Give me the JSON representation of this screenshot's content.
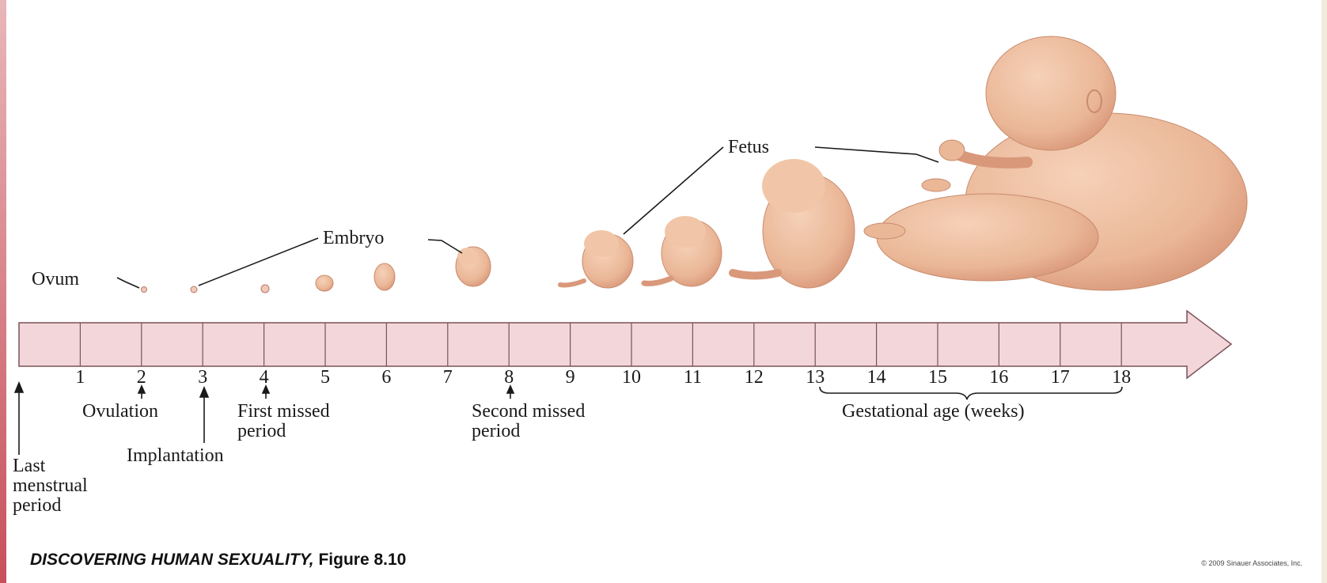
{
  "labels": {
    "ovum": "Ovum",
    "embryo": "Embryo",
    "fetus": "Fetus",
    "ovulation": "Ovulation",
    "implantation": "Implantation",
    "first_missed_line1": "First missed",
    "first_missed_line2": "period",
    "second_missed_line1": "Second missed",
    "second_missed_line2": "period",
    "lmp_line1": "Last",
    "lmp_line2": "menstrual",
    "lmp_line3": "period",
    "gestational_age": "Gestational age (weeks)"
  },
  "timeline": {
    "weeks": [
      "1",
      "2",
      "3",
      "4",
      "5",
      "6",
      "7",
      "8",
      "9",
      "10",
      "11",
      "12",
      "13",
      "14",
      "15",
      "16",
      "17",
      "18"
    ]
  },
  "caption": {
    "title_italic": "DISCOVERING HUMAN SEXUALITY,",
    "figure": "Figure 8.10"
  },
  "copyright": "© 2009 Sinauer Associates, Inc.",
  "colors": {
    "bar_fill": "#f2d6da",
    "bar_stroke": "#7a5258",
    "skin": "#eab797",
    "skin_shade": "#d9987a",
    "accent": "#c8505a"
  },
  "icons": [
    "ovum-icon",
    "embryo-icon",
    "fetus-icon",
    "arrow-up-icon"
  ]
}
